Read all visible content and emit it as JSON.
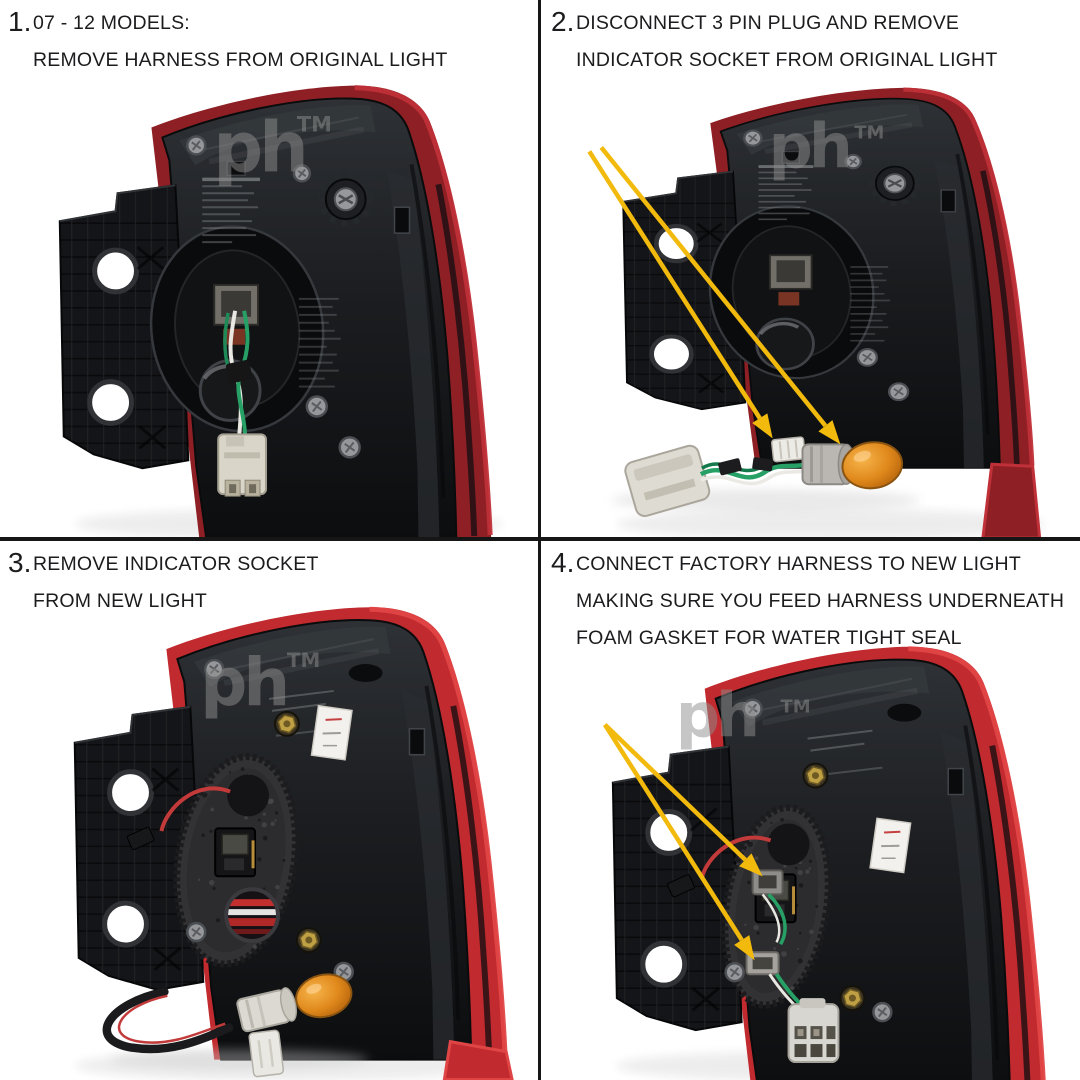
{
  "background": "#ffffff",
  "divider_color": "#161616",
  "watermark": {
    "text": "ph",
    "tm": "TM"
  },
  "accent_colors": {
    "arrow_yellow": "#f2ba0d",
    "lens_red_old": "#8e2025",
    "lens_red_new": "#c12a2e",
    "amber_bulb": "#e0891c",
    "wire_green": "#27a066",
    "wire_red": "#c23a3a",
    "text": "#1c1c1e"
  },
  "steps": [
    {
      "number": "1.",
      "lines": [
        "07 - 12 MODELS:",
        "REMOVE HARNESS FROM ORIGINAL LIGHT"
      ]
    },
    {
      "number": "2.",
      "lines": [
        "DISCONNECT 3 PIN PLUG AND REMOVE",
        "INDICATOR SOCKET FROM ORIGINAL LIGHT"
      ]
    },
    {
      "number": "3.",
      "lines": [
        "REMOVE INDICATOR SOCKET",
        "FROM NEW LIGHT"
      ]
    },
    {
      "number": "4.",
      "lines": [
        "CONNECT FACTORY HARNESS TO NEW LIGHT",
        "MAKING SURE YOU FEED HARNESS UNDERNEATH",
        "FOAM GASKET FOR WATER TIGHT SEAL"
      ]
    }
  ]
}
